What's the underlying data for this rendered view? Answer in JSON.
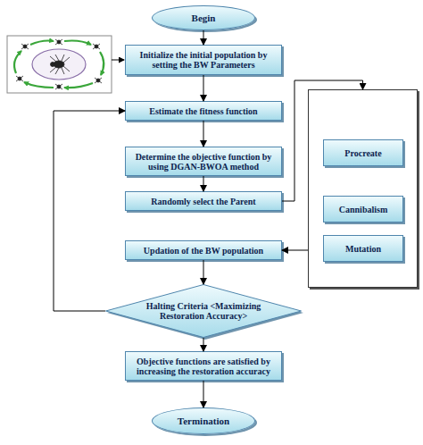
{
  "diagram": {
    "nodes": [
      {
        "text": [
          "Begin"
        ]
      },
      {
        "text": [
          "Initialize the initial population by setting the BW Parameters"
        ]
      },
      {
        "text": [
          "Estimate the fitness function"
        ]
      },
      {
        "text": [
          "Determine the objective function by using DGAN-BWOA method"
        ]
      },
      {
        "text": [
          "Randomly select the Parent"
        ]
      },
      {
        "text": []
      },
      {
        "text": [
          "Procreate"
        ],
        "in": 5
      },
      {
        "text": [
          "Cannibalism"
        ],
        "in": 5
      },
      {
        "text": [
          "Mutation"
        ],
        "in": 5
      },
      {
        "text": [
          "Updation of the BW population"
        ]
      },
      {
        "text": [
          "Halting Criteria <Maximizing Restoration Accuracy>"
        ]
      },
      {
        "text": [
          "Objective functions are satisfied by increasing the restoration accuracy"
        ]
      },
      {
        "text": [
          "Termination"
        ]
      }
    ],
    "edges": [
      {
        "from": 0,
        "to": 1,
        "arrow": "to"
      },
      {
        "from": 1,
        "to": 2,
        "arrow": "to"
      },
      {
        "from": 2,
        "to": 3,
        "arrow": "to"
      },
      {
        "from": 3,
        "to": 4,
        "arrow": "to"
      },
      {
        "from": 4,
        "to": 5,
        "arrow": "to"
      },
      {
        "from": 5,
        "to": 9,
        "arrow": "to"
      },
      {
        "from": 9,
        "to": 10,
        "arrow": "to"
      },
      {
        "from": 10,
        "to": 11,
        "arrow": "to"
      },
      {
        "from": 10,
        "to": 2,
        "arrow": "to"
      },
      {
        "from": 11,
        "to": 12,
        "arrow": "to"
      }
    ]
  }
}
